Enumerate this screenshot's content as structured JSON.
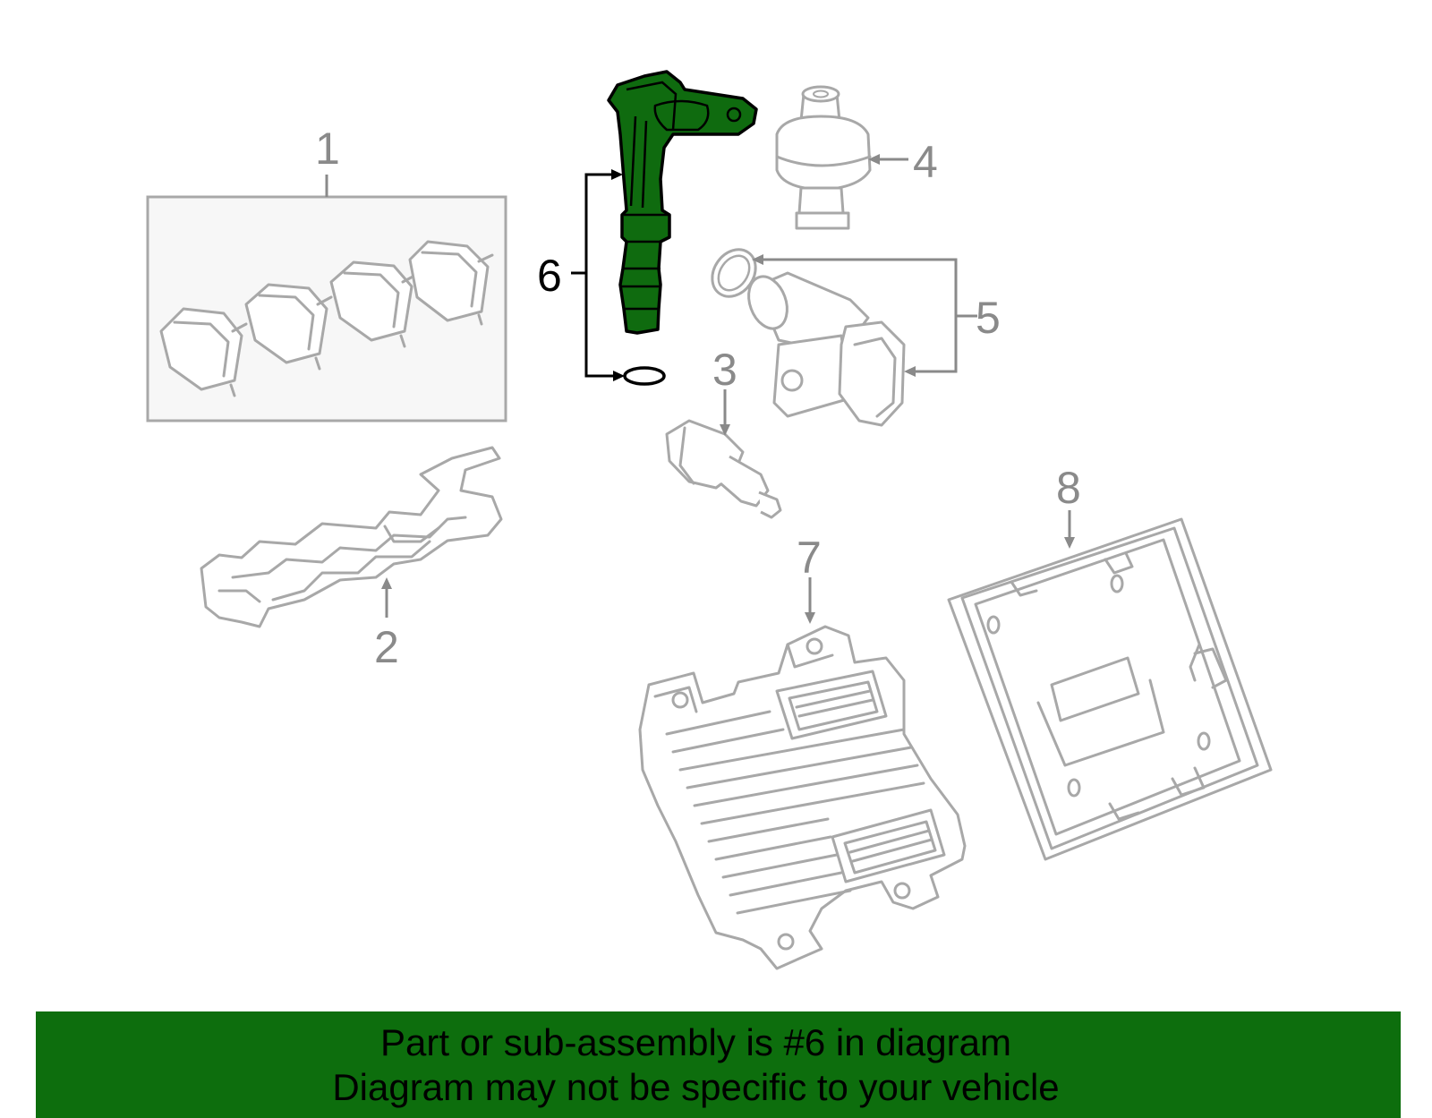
{
  "callouts": {
    "c1": "1",
    "c2": "2",
    "c3": "3",
    "c4": "4",
    "c5": "5",
    "c6": "6",
    "c7": "7",
    "c8": "8"
  },
  "highlighted_part": "6",
  "colors": {
    "highlight": "#0f6b0f",
    "banner": "#0d6e0d",
    "part_outline": "#a8a8a8",
    "callout_text": "#8a8a8a"
  },
  "banner": {
    "line1": "Part or sub-assembly is #6 in diagram",
    "line2": "Diagram may not be specific to your vehicle"
  }
}
